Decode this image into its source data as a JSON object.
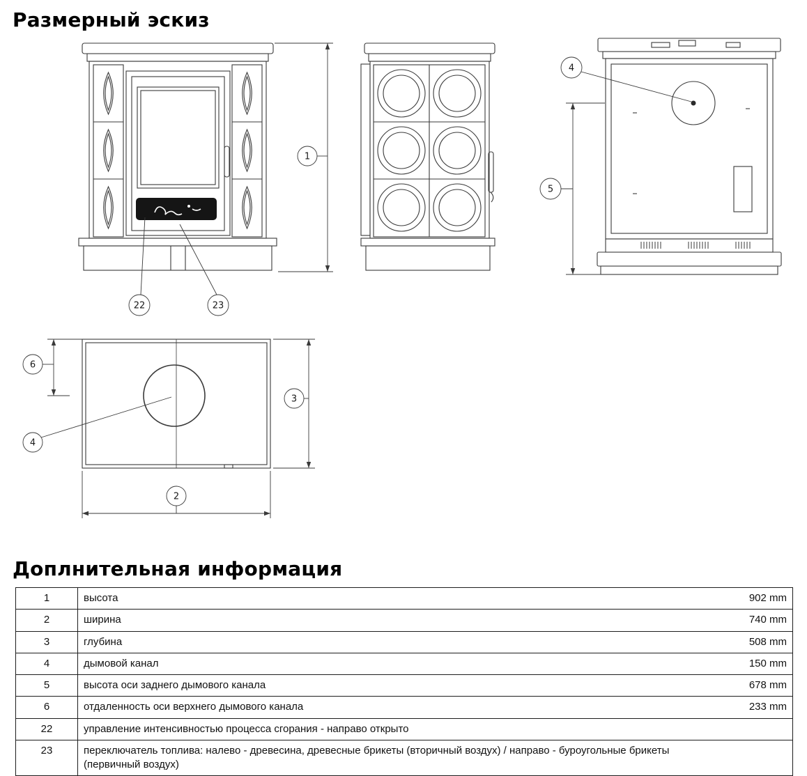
{
  "page": {
    "title": "Размерный эскиз",
    "section_title": "Доплнительная информация"
  },
  "callouts": {
    "n1": "1",
    "n2": "2",
    "n3": "3",
    "n4": "4",
    "n5": "5",
    "n6": "6",
    "n22": "22",
    "n23": "23"
  },
  "table": {
    "rows": [
      {
        "num": "1",
        "label": "высота",
        "value": "902 mm"
      },
      {
        "num": "2",
        "label": "ширина",
        "value": "740 mm"
      },
      {
        "num": "3",
        "label": "глубина",
        "value": "508 mm"
      },
      {
        "num": "4",
        "label": "дымовой канал",
        "value": "150 mm"
      },
      {
        "num": "5",
        "label": "высота оси заднего дымового канала",
        "value": "678 mm"
      },
      {
        "num": "6",
        "label": "отдаленность оси верхнего дымового канала",
        "value": "233 mm"
      },
      {
        "num": "22",
        "label": "управление интенсивностью процесса сгорания - направо открыто",
        "value": ""
      },
      {
        "num": "23",
        "label": "переключатель топлива: налево - древесина, древесные брикеты (вторичный воздух) / направо - буроугольные брикеты (первичный воздух)",
        "value": ""
      }
    ]
  }
}
